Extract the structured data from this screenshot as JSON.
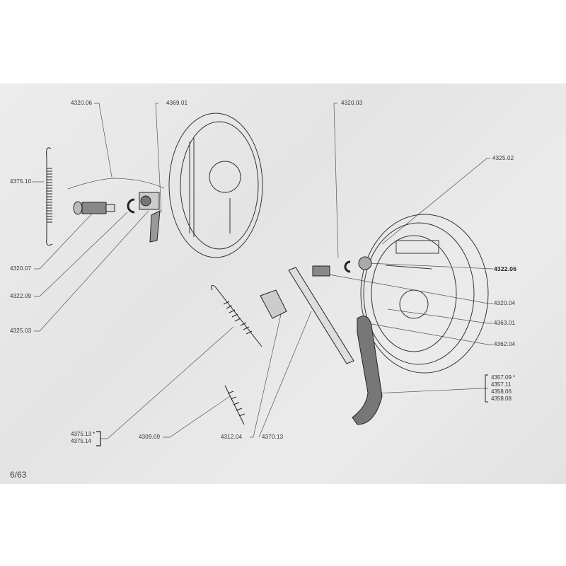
{
  "page_number": "6/63",
  "labels": {
    "l4320_06": "4320.06",
    "l4369_01": "4369.01",
    "l4320_03": "4320.03",
    "l4375_10": "4375.10",
    "l4320_07": "4320.07",
    "l4322_09": "4322.09",
    "l4325_03": "4325.03",
    "l4325_02": "4325.02",
    "l4322_06": "4322.06",
    "l4320_04": "4320.04",
    "l4363_01": "4363.01",
    "l4362_04": "4362.04",
    "l4309_09": "4309.09",
    "l4312_04": "4312.04",
    "l4370_13": "4370.13"
  },
  "group_lever": [
    "4357.09 *",
    "4357.11",
    "4358.06",
    "4358.08"
  ],
  "group_spring": [
    "4375.13 *",
    "4375.14"
  ]
}
